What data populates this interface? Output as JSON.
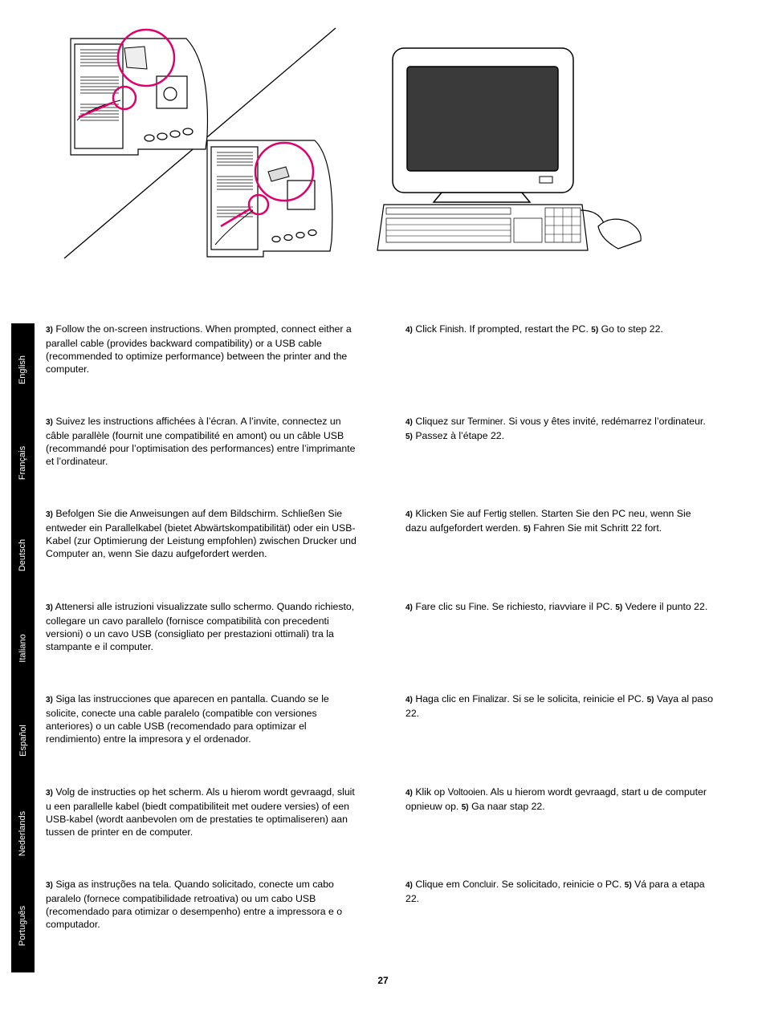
{
  "page_number": "27",
  "languages": [
    {
      "name": "English",
      "left": {
        "num": "3)",
        "text": " Follow the on-screen instructions. When prompted, connect either a parallel cable (provides backward compatibility) or a USB cable (recommended to optimize performance) between the printer and the computer."
      },
      "right": {
        "num1": "4)",
        "pre": " Click ",
        "ui": "Finish",
        "post": ". If prompted, restart the PC. ",
        "num2": "5)",
        "tail": " Go to step 22."
      }
    },
    {
      "name": "Français",
      "left": {
        "num": "3)",
        "text": " Suivez les instructions affichées à l’écran. A l’invite, connectez un câble parallèle (fournit une compatibilité en amont) ou un câble USB (recommandé pour l’optimisation des performances) entre l’imprimante et l’ordinateur."
      },
      "right": {
        "num1": "4)",
        "pre": " Cliquez sur ",
        "ui": "Terminer",
        "post": ". Si vous y êtes invité, redémarrez l’ordinateur. ",
        "num2": "5)",
        "tail": " Passez à l’étape 22."
      }
    },
    {
      "name": "Deutsch",
      "left": {
        "num": "3)",
        "text": " Befolgen Sie die Anweisungen auf dem Bildschirm. Schließen Sie entweder ein Parallelkabel (bietet Abwärtskompatibilität) oder ein USB-Kabel (zur Optimierung der Leistung empfohlen) zwischen Drucker und Computer an, wenn Sie dazu aufgefordert werden."
      },
      "right": {
        "num1": "4)",
        "pre": " Klicken Sie auf ",
        "ui": "Fertig stellen",
        "post": ". Starten Sie den PC neu, wenn Sie dazu aufgefordert werden. ",
        "num2": "5)",
        "tail": " Fahren Sie mit Schritt 22 fort."
      }
    },
    {
      "name": "Italiano",
      "left": {
        "num": "3)",
        "text": " Attenersi alle istruzioni visualizzate sullo schermo. Quando richiesto, collegare un cavo parallelo (fornisce compatibilità con precedenti versioni) o un cavo USB (consigliato per prestazioni ottimali) tra la stampante e il computer."
      },
      "right": {
        "num1": "4)",
        "pre": " Fare clic su ",
        "ui": "Fine",
        "post": ". Se richiesto, riavviare il PC. ",
        "num2": "5)",
        "tail": " Vedere il punto 22."
      }
    },
    {
      "name": "Español",
      "left": {
        "num": "3)",
        "text": " Siga las instrucciones que aparecen en pantalla. Cuando se le solicite, conecte una cable paralelo (compatible con versiones anteriores) o un cable USB (recomendado para optimizar el rendimiento) entre la impresora y el ordenador."
      },
      "right": {
        "num1": "4)",
        "pre": " Haga clic en ",
        "ui": "Finalizar",
        "post": ". Si se le solicita, reinicie el PC. ",
        "num2": "5)",
        "tail": " Vaya al paso 22."
      }
    },
    {
      "name": "Nederlands",
      "left": {
        "num": "3)",
        "text": " Volg de instructies op het scherm. Als u hierom wordt gevraagd, sluit u een parallelle kabel (biedt compatibiliteit met oudere versies) of een USB-kabel (wordt aanbevolen om de prestaties te optimaliseren) aan tussen de printer en de computer."
      },
      "right": {
        "num1": "4)",
        "pre": " Klik op ",
        "ui": "Voltooien",
        "post": ". Als u hierom wordt gevraagd, start u de computer opnieuw op. ",
        "num2": "5)",
        "tail": " Ga naar stap 22."
      }
    },
    {
      "name": "Português",
      "left": {
        "num": "3)",
        "text": " Siga as instruções na tela. Quando solicitado, conecte um cabo paralelo (fornece compatibilidade retroativa) ou um cabo USB (recomendado para otimizar o desempenho) entre a impressora e o computador."
      },
      "right": {
        "num1": "4)",
        "pre": " Clique em ",
        "ui": "Concluir",
        "post": ". Se solicitado, reinicie o PC. ",
        "num2": "5)",
        "tail": " Vá para a etapa 22."
      }
    }
  ],
  "colors": {
    "highlight": "#e0006c",
    "sidebar": "#000000"
  }
}
